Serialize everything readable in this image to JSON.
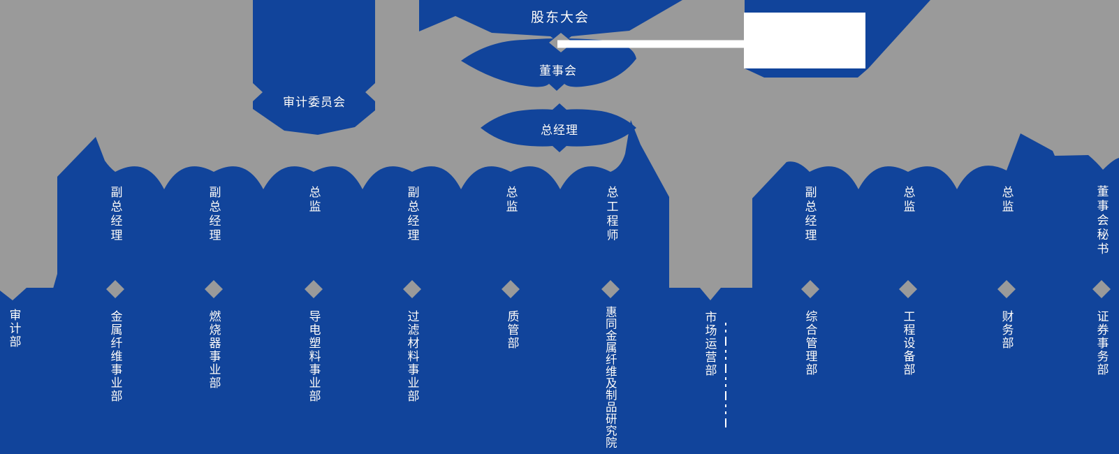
{
  "org_chart": {
    "top_nodes": [
      {
        "label": "股东大会"
      },
      {
        "label": "董事会"
      },
      {
        "label": "总经理"
      }
    ],
    "audit_committee": {
      "label": "审计委员会"
    },
    "blank_box": {
      "label": ""
    },
    "executive_tier": [
      {
        "label": "副总经理"
      },
      {
        "label": "副总经理"
      },
      {
        "label": "总监"
      },
      {
        "label": "副总经理"
      },
      {
        "label": "总监"
      },
      {
        "label": "总工程师"
      },
      {
        "label": "副总经理"
      },
      {
        "label": "总监"
      },
      {
        "label": "总监"
      },
      {
        "label": "董事会秘书"
      }
    ],
    "department_tier": [
      {
        "label": "审计部"
      },
      {
        "label": "金属纤维事业部"
      },
      {
        "label": "燃烧器事业部"
      },
      {
        "label": "导电塑料事业部"
      },
      {
        "label": "过滤材料事业部"
      },
      {
        "label": "质管部"
      },
      {
        "label": "惠同金属纤维及制品研究院"
      },
      {
        "label": "市场运营部"
      },
      {
        "label": "综合管理部"
      },
      {
        "label": "工程设备部"
      },
      {
        "label": "财务部"
      },
      {
        "label": "证券事务部"
      }
    ],
    "icons": {
      "connector": "diamond-connector",
      "junction": "left-arrow-diamond",
      "department_pointer": "down-arrow-notch"
    },
    "colors": {
      "background": "#9a9a9a",
      "node_blue": "#11449b",
      "text": "#ffffff",
      "link_white": "#ffffff"
    }
  }
}
